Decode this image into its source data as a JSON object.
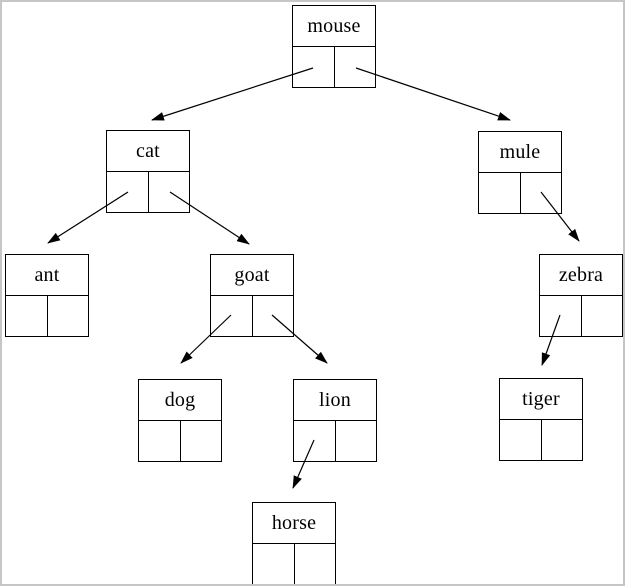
{
  "diagram": {
    "type": "binary-tree",
    "nodes": {
      "mouse": {
        "label": "mouse",
        "left_child": "cat",
        "right_child": "mule"
      },
      "cat": {
        "label": "cat",
        "left_child": "ant",
        "right_child": "goat"
      },
      "mule": {
        "label": "mule",
        "left_child": null,
        "right_child": "zebra"
      },
      "ant": {
        "label": "ant",
        "left_child": null,
        "right_child": null
      },
      "goat": {
        "label": "goat",
        "left_child": "dog",
        "right_child": "lion"
      },
      "zebra": {
        "label": "zebra",
        "left_child": "tiger",
        "right_child": null
      },
      "dog": {
        "label": "dog",
        "left_child": null,
        "right_child": null
      },
      "lion": {
        "label": "lion",
        "left_child": "horse",
        "right_child": null
      },
      "tiger": {
        "label": "tiger",
        "left_child": null,
        "right_child": null
      },
      "horse": {
        "label": "horse",
        "left_child": null,
        "right_child": null
      }
    },
    "edges": [
      {
        "from": "mouse",
        "cell": "left",
        "to": "cat"
      },
      {
        "from": "mouse",
        "cell": "right",
        "to": "mule"
      },
      {
        "from": "cat",
        "cell": "left",
        "to": "ant"
      },
      {
        "from": "cat",
        "cell": "right",
        "to": "goat"
      },
      {
        "from": "goat",
        "cell": "left",
        "to": "dog"
      },
      {
        "from": "goat",
        "cell": "right",
        "to": "lion"
      },
      {
        "from": "mule",
        "cell": "right",
        "to": "zebra"
      },
      {
        "from": "zebra",
        "cell": "left",
        "to": "tiger"
      },
      {
        "from": "lion",
        "cell": "left",
        "to": "horse"
      }
    ],
    "colors": {
      "box_border": "#000000",
      "text": "#000000",
      "background": "#ffffff",
      "frame_border": "#c6c6c6"
    }
  }
}
